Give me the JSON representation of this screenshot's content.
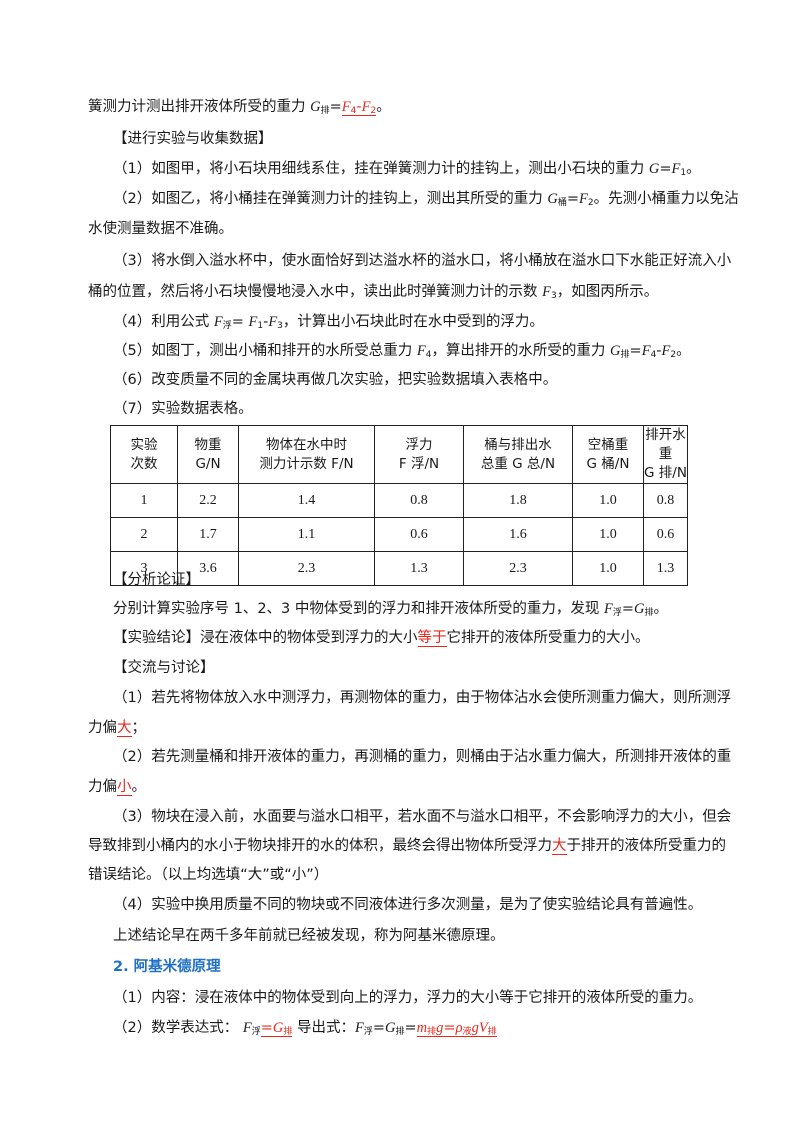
{
  "p1": {
    "a": "簧测力计测出排开液体所受的重力 ",
    "G": "G",
    "sub": "排",
    "eq": "=",
    "ans_F4": "F",
    "ans_4": "4",
    "ans_dash": "-",
    "ans_F2": "F",
    "ans_2": "2",
    "end": "。"
  },
  "h_data": "【进行实验与收集数据】",
  "s1": {
    "a": "（1）如图甲，将小石块用细线系住，挂在弹簧测力计的挂钩上，测出小石块的重力 ",
    "G": "G",
    "eq": "=",
    "F": "F",
    "n": "1",
    "end": "。"
  },
  "s2": {
    "a": "（2）如图乙，将小桶挂在弹簧测力计的挂钩上，测出其所受的重力 ",
    "G": "G",
    "sub": "桶",
    "eq": "=",
    "F": "F",
    "n": "2",
    "b": "。先测小桶重力以免沾"
  },
  "s2b": "水使测量数据不准确。",
  "s3": "（3）将水倒入溢水杯中，使水面恰好到达溢水杯的溢水口，将小桶放在溢水口下水能正好流入小",
  "s3b": {
    "a": "桶的位置，然后将小石块慢慢地浸入水中，读出此时弹簧测力计的示数 ",
    "F": "F",
    "n": "3",
    "b": "，如图丙所示。"
  },
  "s4": {
    "a": "（4）利用公式 ",
    "F": "F",
    "sub": "浮",
    "eq": "= ",
    "F1": "F",
    "n1": "1",
    "dash": "-",
    "F3": "F",
    "n3": "3",
    "b": "，计算出小石块此时在水中受到的浮力。"
  },
  "s5": {
    "a": "（5）如图丁，测出小桶和排开的水所受总重力 ",
    "F4": "F",
    "n4": "4",
    "b": "，算出排开的水所受的重力 ",
    "G": "G",
    "sub": "排",
    "eq": "=",
    "F4b": "F",
    "n4b": "4",
    "dash": "-",
    "F2": "F",
    "n2": "2",
    "end": "。"
  },
  "s6": "（6）改变质量不同的金属块再做几次实验，把实验数据填入表格中。",
  "s7": "（7）实验数据表格。",
  "table": {
    "headers": [
      {
        "l1": "实验",
        "l2": "次数"
      },
      {
        "l1": "物重",
        "l2": "G/N"
      },
      {
        "l1": "物体在水中时",
        "l2": "测力计示数 F/N"
      },
      {
        "l1": "浮力",
        "l2": "F 浮/N"
      },
      {
        "l1": "桶与排出水",
        "l2": "总重 G 总/N"
      },
      {
        "l1": "空桶重",
        "l2": "G 桶/N"
      },
      {
        "l1": "排开水重",
        "l2": "G 排/N"
      }
    ],
    "rows": [
      [
        "1",
        "2.2",
        "1.4",
        "0.8",
        "1.8",
        "1.0",
        "0.8"
      ],
      [
        "2",
        "1.7",
        "1.1",
        "0.6",
        "1.6",
        "1.0",
        "0.6"
      ],
      [
        "3",
        "3.6",
        "2.3",
        "1.3",
        "2.3",
        "1.0",
        "1.3"
      ]
    ]
  },
  "h_analysis": "【分析论证】",
  "analysis": {
    "a": "分别计算实验序号 1、2、3 中物体受到的浮力和排开液体所受的重力，发现 ",
    "F": "F",
    "sub": "浮",
    "eq": "=",
    "G": "G",
    "sub2": "排",
    "end": "。"
  },
  "conclusion": {
    "a": "【实验结论】浸在液体中的物体受到浮力的大小",
    "ans": "等于",
    "b": "它排开的液体所受重力的大小。"
  },
  "h_discuss": "【交流与讨论】",
  "d1": "（1）若先将物体放入水中测浮力，再测物体的重力，由于物体沾水会使所测重力偏大，则所测浮",
  "d1b": {
    "a": "力偏",
    "ans": "大",
    "b": "；"
  },
  "d2": "（2）若先测量桶和排开液体的重力，再测桶的重力，则桶由于沾水重力偏大，所测排开液体的重",
  "d2b": {
    "a": "力偏",
    "ans": "小",
    "b": "。"
  },
  "d3": "（3）物块在浸入前，水面要与溢水口相平，若水面不与溢水口相平，不会影响浮力的大小，但会",
  "d3b": {
    "a": "导致排到小桶内的水小于物块排开的水的体积，最终会得出物体所受浮力",
    "ans": "大",
    "b": "于排开的液体所受重力的"
  },
  "d3c": "错误结论。（以上均选填“大”或“小”）",
  "d4": "（4）实验中换用质量不同的物块或不同液体进行多次测量，是为了使实验结论具有普遍性。",
  "archi_note": "上述结论早在两千多年前就已经被发现，称为阿基米德原理。",
  "sec2": "2. 阿基米德原理",
  "c1": "（1）内容：浸在液体中的物体受到向上的浮力，浮力的大小等于它排开的液体所受的重力。",
  "c2": {
    "a": "（2）数学表达式：  ",
    "F": "F",
    "sub": "浮",
    "ans1_eq": "=",
    "ans1_G": "G",
    "ans1_sub": "排",
    "b": "      导出式：",
    "F2": "F",
    "sub2": "浮",
    "eq2": "=",
    "G2": "G",
    "sub3": "排",
    "eq3": "=",
    "m": "m",
    "msub": "排",
    "g": "g",
    "eq4": "=",
    "rho": "ρ",
    "rhosub": "液",
    "gV": "gV",
    "vsub": "排"
  }
}
